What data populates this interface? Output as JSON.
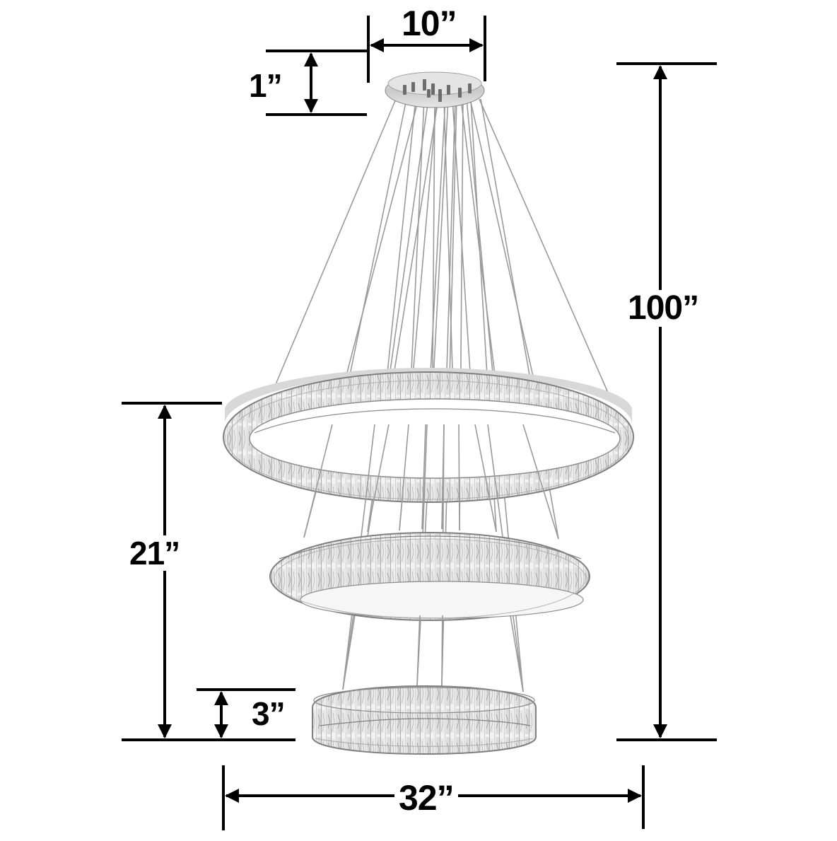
{
  "diagram": {
    "subject": "Three-tier crystal ring chandelier dimension diagram",
    "colors": {
      "background": "#ffffff",
      "dimension_lines": "#000000",
      "cables": "#9a9a9a",
      "crystal_light": "#eeeeee",
      "crystal_mid": "#c8c8c8",
      "crystal_dark": "#7a7a7a",
      "chrome": "#d4d4d4"
    },
    "dimensions": {
      "canopy_width": "10”",
      "canopy_height": "1”",
      "overall_height": "100”",
      "tier_stack_height": "21”",
      "ring_height": "3”",
      "overall_width": "32”"
    },
    "components": [
      {
        "name": "Ceiling canopy",
        "dimension_ref": "canopy_width"
      },
      {
        "name": "Suspension cables"
      },
      {
        "name": "Top crystal ring (largest)"
      },
      {
        "name": "Middle crystal ring"
      },
      {
        "name": "Bottom crystal ring (smallest)",
        "dimension_ref": "ring_height"
      }
    ]
  }
}
